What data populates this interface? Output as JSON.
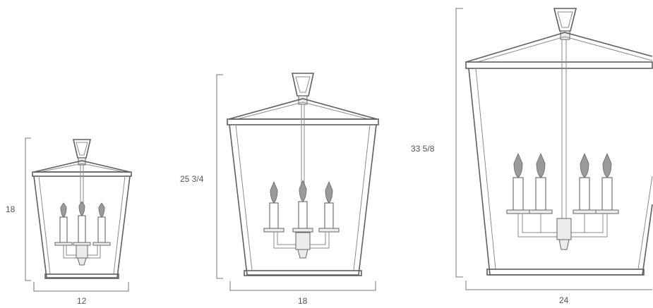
{
  "lanterns": [
    {
      "name": "small",
      "width_label": "12",
      "height_label": "18",
      "lights": 3
    },
    {
      "name": "medium",
      "width_label": "18",
      "height_label": "25 3/4",
      "lights": 3
    },
    {
      "name": "large",
      "width_label": "24",
      "height_label": "33 5/8",
      "lights": 4
    }
  ],
  "colors": {
    "line": "#5f5f5f",
    "dimension": "#777777",
    "label": "#555555",
    "flame": "#9a9a9a"
  }
}
